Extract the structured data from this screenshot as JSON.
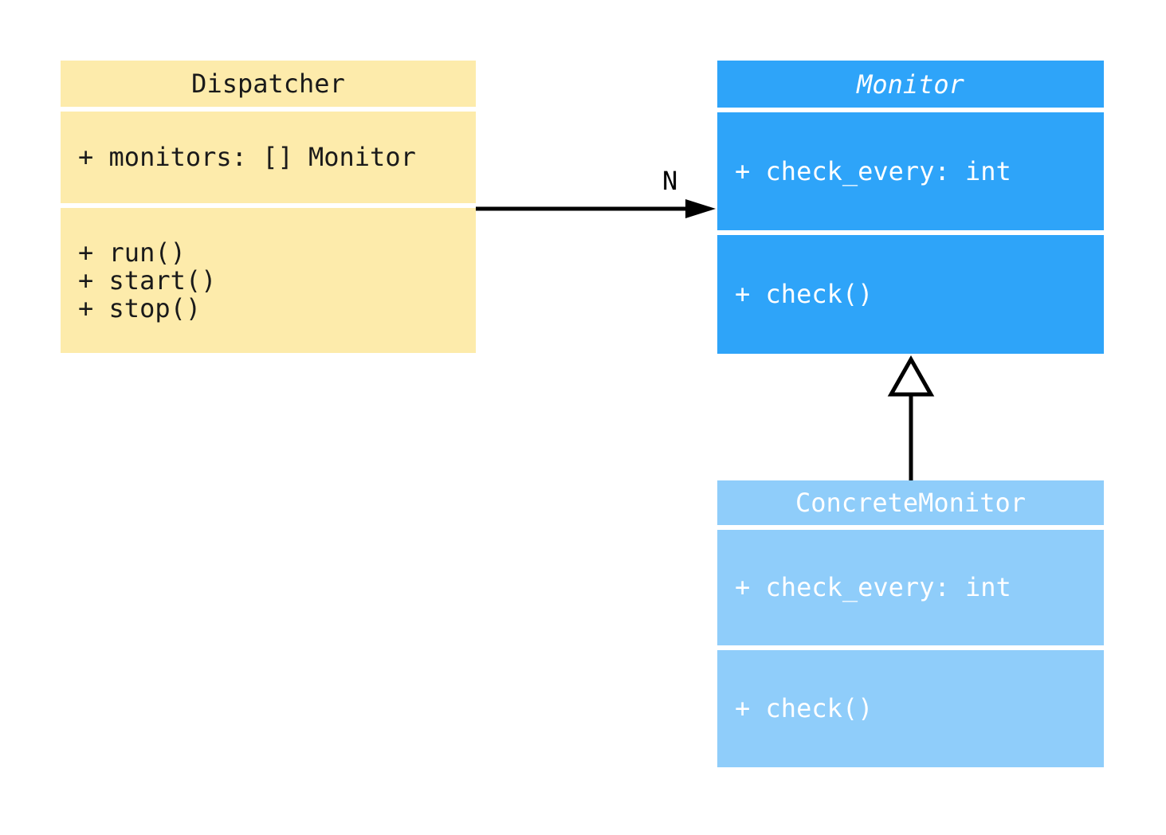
{
  "diagram": {
    "type": "uml-class-diagram",
    "classes": [
      {
        "name": "Dispatcher",
        "abstract": false,
        "fill_color": "#FDEBAB",
        "text_color": "#1a1a1a",
        "attributes": [
          "+ monitors: [] Monitor"
        ],
        "methods": [
          "+ run()",
          "+ start()",
          "+ stop()"
        ]
      },
      {
        "name": "Monitor",
        "abstract": true,
        "fill_color": "#2EA4F9",
        "text_color": "#ffffff",
        "attributes": [
          "+ check_every: int"
        ],
        "methods": [
          "+ check()"
        ]
      },
      {
        "name": "ConcreteMonitor",
        "abstract": false,
        "fill_color": "#8FCDFA",
        "text_color": "#ffffff",
        "attributes": [
          "+ check_every: int"
        ],
        "methods": [
          "+ check()"
        ]
      }
    ],
    "relationships": [
      {
        "type": "association",
        "from": "Dispatcher",
        "to": "Monitor",
        "label": "N"
      },
      {
        "type": "inheritance",
        "from": "ConcreteMonitor",
        "to": "Monitor",
        "label": ""
      }
    ],
    "colors": {
      "background": "#ffffff",
      "edge_line": "#000000"
    }
  }
}
